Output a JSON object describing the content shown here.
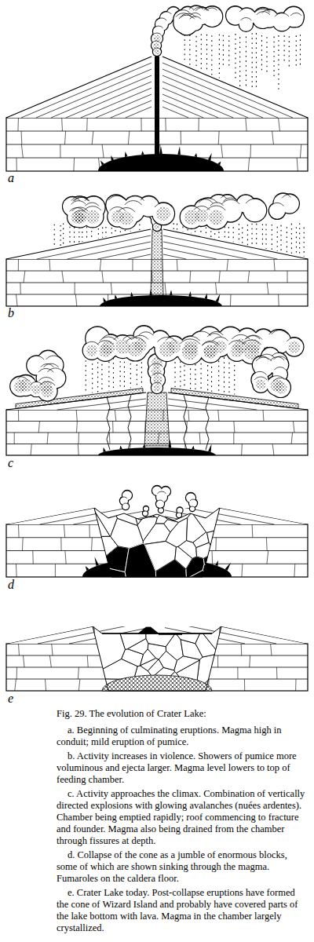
{
  "diagram": {
    "caption": "Fig. 29. The evolution of Crater Lake:",
    "labels": [
      "a",
      "b",
      "c",
      "d",
      "e",
      "a. Beginning of culminating eruptions. Magma high in conduit; mild eruption of pumice.",
      "b. Activity increases in violence. Showers of pumice more voluminous and ejecta larger. Magma level lowers to top of feeding chamber.",
      "c. Activity approaches the climax. Combination of vertically directed explosions with glowing avalanches (nuées ardentes). Chamber being emptied rapidly; roof commencing to fracture and founder. Magma also being drained from the chamber through fissures at depth.",
      "d. Collapse of the cone as a jumble of enormous blocks, some of which are shown sinking through the magma. Fumaroles on the caldera floor.",
      "e. Crater Lake today. Post-collapse eruptions have formed the cone of Wizard Island and probably have covered parts of the lake bottom with lava. Magma in the chamber largely crystallized."
    ]
  }
}
